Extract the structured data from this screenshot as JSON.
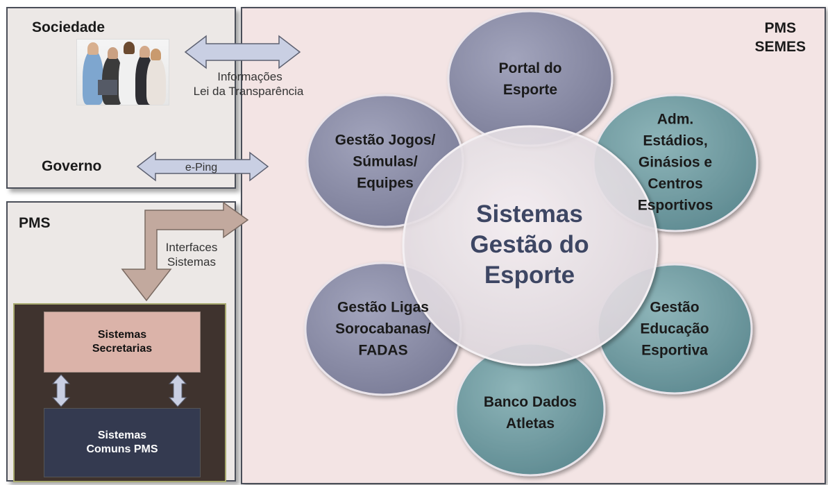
{
  "panels": {
    "sociedade": "Sociedade",
    "governo": "Governo",
    "pms": "PMS",
    "pms_semes": [
      "PMS",
      "SEMES"
    ]
  },
  "arrows": {
    "info": [
      "Informações",
      "Lei da Transparência"
    ],
    "eping": "e-Ping",
    "interfaces": [
      "Interfaces",
      "Sistemas"
    ]
  },
  "boxes": {
    "secretarias": [
      "Sistemas",
      "Secretarias"
    ],
    "comuns": [
      "Sistemas",
      "Comuns PMS"
    ]
  },
  "center": [
    "Sistemas",
    "Gestão do",
    "Esporte"
  ],
  "circles": {
    "portal": [
      "Portal do",
      "Esporte"
    ],
    "adm": [
      "Adm.",
      "Estádios,",
      "Ginásios e",
      "Centros",
      "Esportivos"
    ],
    "educacao": [
      "Gestão",
      "Educação",
      "Esportiva"
    ],
    "atletas": [
      "Banco Dados",
      "Atletas"
    ],
    "ligas": [
      "Gestão Ligas",
      "Sorocabanas/",
      "FADAS"
    ],
    "jogos": [
      "Gestão Jogos/",
      "Súmulas/",
      "Equipes"
    ]
  },
  "colors": {
    "circle_gray": "#8a8ca6",
    "circle_teal": "#6f9aa0",
    "center_fill": "#ece6ea",
    "arrow_blue": "#c9cfe3",
    "arrow_tan": "#c2a99e"
  }
}
